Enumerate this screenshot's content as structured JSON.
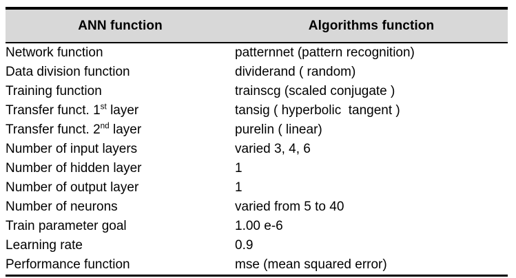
{
  "table": {
    "headers": {
      "ann": "ANN function",
      "algorithms": "Algorithms function"
    },
    "rows": [
      {
        "ann": "Network function",
        "ann_sup": "",
        "ann_tail": "",
        "algorithms": "patternnet (pattern recognition)"
      },
      {
        "ann": "Data division function",
        "ann_sup": "",
        "ann_tail": "",
        "algorithms": "dividerand ( random)"
      },
      {
        "ann": "Training function",
        "ann_sup": "",
        "ann_tail": "",
        "algorithms": "trainscg (scaled conjugate )"
      },
      {
        "ann": "Transfer funct. 1",
        "ann_sup": "st",
        "ann_tail": " layer",
        "algorithms": "tansig ( hyperbolic  tangent )"
      },
      {
        "ann": "Transfer funct. 2",
        "ann_sup": "nd",
        "ann_tail": " layer",
        "algorithms": "purelin ( linear)"
      },
      {
        "ann": "Number of input layers",
        "ann_sup": "",
        "ann_tail": "",
        "algorithms": "varied 3, 4, 6"
      },
      {
        "ann": "Number of hidden layer",
        "ann_sup": "",
        "ann_tail": "",
        "algorithms": "1"
      },
      {
        "ann": "Number of output layer",
        "ann_sup": "",
        "ann_tail": "",
        "algorithms": "1"
      },
      {
        "ann": "Number of neurons",
        "ann_sup": "",
        "ann_tail": "",
        "algorithms": "varied from 5 to 40"
      },
      {
        "ann": "Train parameter goal",
        "ann_sup": "",
        "ann_tail": "",
        "algorithms": "1.00 e-6"
      },
      {
        "ann": "Learning rate",
        "ann_sup": "",
        "ann_tail": "",
        "algorithms": "0.9"
      },
      {
        "ann": "Performance function",
        "ann_sup": "",
        "ann_tail": "",
        "algorithms": "mse (mean squared error)"
      }
    ],
    "colors": {
      "header_background": "#d8d8d8",
      "text": "#000000",
      "rule": "#000000",
      "page_background": "#ffffff"
    }
  }
}
